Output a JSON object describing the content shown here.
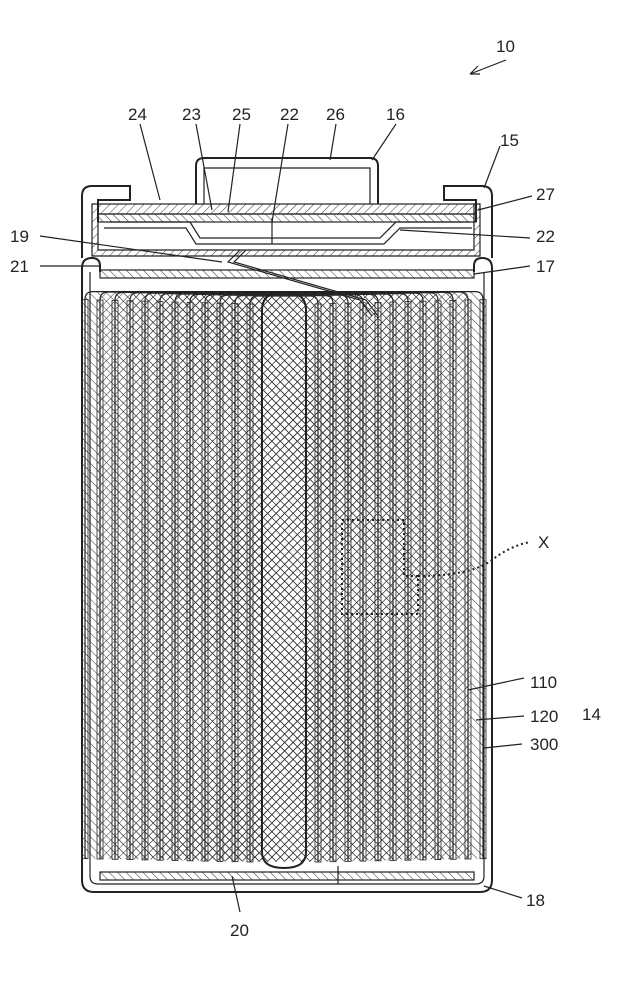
{
  "figure": {
    "labels": {
      "l10": "10",
      "l24": "24",
      "l23": "23",
      "l25": "25",
      "l22a": "22",
      "l26": "26",
      "l16": "16",
      "l15": "15",
      "l27": "27",
      "l19": "19",
      "l22b": "22",
      "l21": "21",
      "l17": "17",
      "lX": "X",
      "l110": "110",
      "l120": "120",
      "l14": "14",
      "l300": "300",
      "l18": "18",
      "l20": "20"
    }
  }
}
